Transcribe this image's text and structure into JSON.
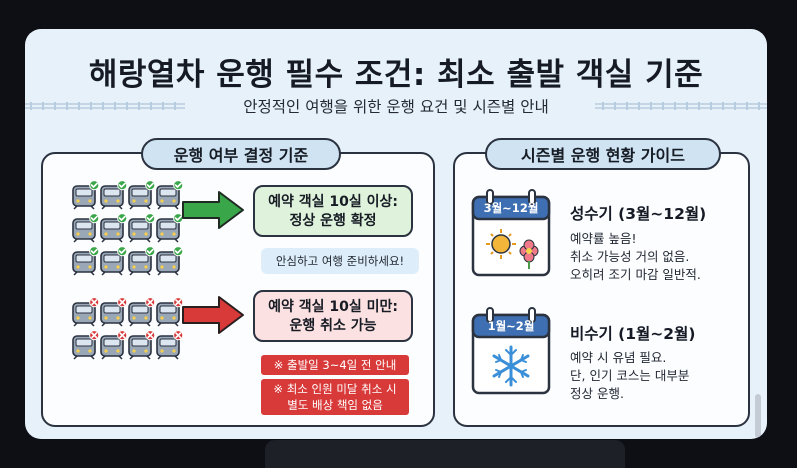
{
  "title": "해랑열차 운행 필수 조건: 최소 출발 객실 기준",
  "subtitle": "안정적인 여행을 위한 운행 요건 및 시즌별 안내",
  "left_panel": {
    "header": "운행 여부 결정 기준",
    "ok": {
      "line1": "예약 객실 10실 이상:",
      "line2": "정상 운행 확정",
      "note": "안심하고 여행 준비하세요!"
    },
    "no": {
      "line1": "예약 객실 10실 미만:",
      "line2": "운행 취소 가능",
      "warn1": "※ 출발일 3~4일 전 안내",
      "warn2_line1": "※ 최소 인원 미달 취소 시",
      "warn2_line2": "별도 배상 책임 없음"
    }
  },
  "right_panel": {
    "header": "시즌별 운행 현황 가이드",
    "peak": {
      "calendar_label": "3월~12월",
      "title": "성수기 (3월~12월)",
      "desc1": "예약률 높음!",
      "desc2": "취소 가능성 거의 없음.",
      "desc3": "오히려 조기 마감 일반적."
    },
    "off": {
      "calendar_label": "1월~2월",
      "title": "비수기 (1월~2월)",
      "desc1": "예약 시 유념 필요.",
      "desc2": "단, 인기 코스는 대부분",
      "desc3": "정상 운행."
    }
  },
  "icons": {
    "train": "train-icon",
    "check": "check-badge-icon",
    "cross": "cross-badge-icon",
    "arrow_ok": "green-arrow-icon",
    "arrow_no": "red-arrow-icon",
    "calendar": "calendar-icon",
    "sun_flower": "sun-flower-icon",
    "snowflake": "snowflake-icon"
  },
  "colors": {
    "background": "#e7f1fa",
    "ok_green": "#3aa64a",
    "no_red": "#d83a3a",
    "calendar_blue": "#3f6fb3"
  }
}
